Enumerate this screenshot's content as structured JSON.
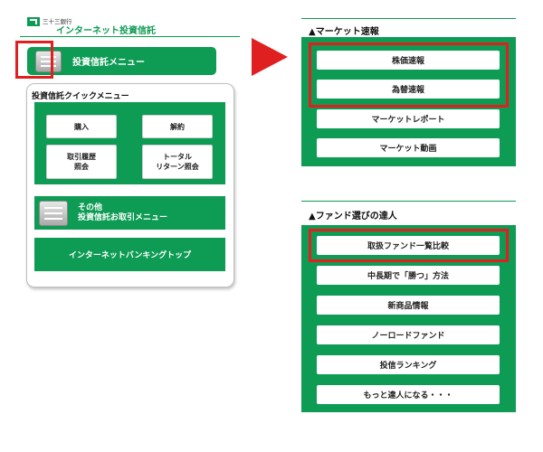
{
  "left_screen": {
    "bank_name": "三十三銀行",
    "site_title": "インターネット投資信託",
    "menu_button_label": "投資信託メニュー",
    "quick_menu": {
      "title": "投資信託クイックメニュー",
      "buttons": [
        {
          "label": "購入"
        },
        {
          "label": "解約"
        },
        {
          "label": "取引履歴\n照会"
        },
        {
          "label": "トータル\nリターン照会"
        }
      ]
    },
    "other_menu_label": "その他\n投資信託お取引メニュー",
    "banking_top_label": "インターネットバンキングトップ"
  },
  "market_panel": {
    "heading": "▲マーケット速報",
    "buttons": [
      {
        "label": "株価速報",
        "highlighted": true
      },
      {
        "label": "為替速報",
        "highlighted": true
      },
      {
        "label": "マーケットレポート",
        "highlighted": false
      },
      {
        "label": "マーケット動画",
        "highlighted": false
      }
    ]
  },
  "fund_panel": {
    "heading": "▲ファンド選びの達人",
    "buttons": [
      {
        "label": "取扱ファンド一覧比較",
        "highlighted": true
      },
      {
        "label": "中長期で「勝つ」方法",
        "highlighted": false
      },
      {
        "label": "新商品情報",
        "highlighted": false
      },
      {
        "label": "ノーロードファンド",
        "highlighted": false
      },
      {
        "label": "投信ランキング",
        "highlighted": false
      },
      {
        "label": "もっと達人になる・・・",
        "highlighted": false
      }
    ]
  },
  "colors": {
    "brand_green": "#0e9b54",
    "highlight_red": "#e02020"
  }
}
